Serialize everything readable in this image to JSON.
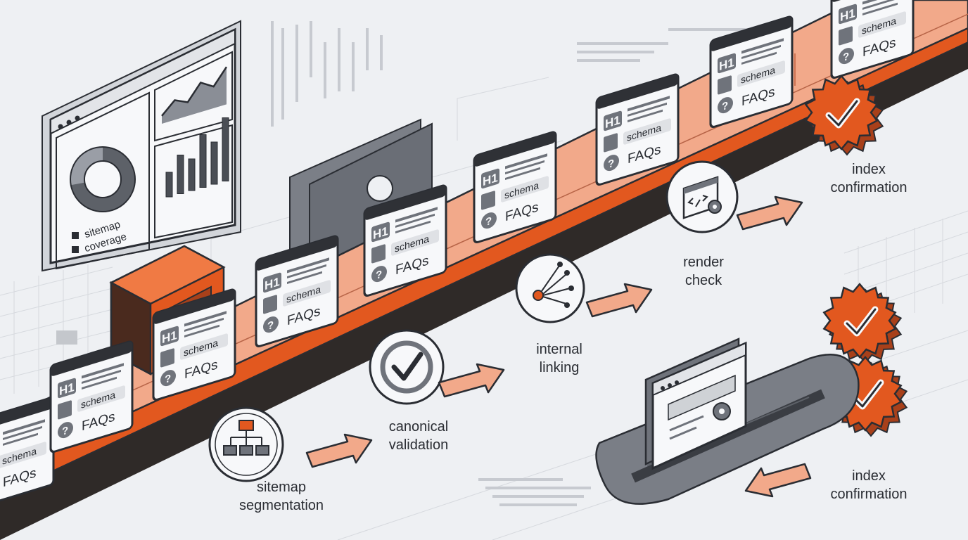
{
  "dashboard": {
    "legend_items": [
      "sitemap",
      "coverage"
    ],
    "bar_levels": [
      0.35,
      0.55,
      0.45,
      0.75,
      0.6,
      0.9
    ],
    "line_levels": [
      0.2,
      0.5,
      0.35,
      0.75,
      0.55,
      0.95
    ],
    "donut_fraction": 0.72
  },
  "page_card": {
    "heading": "H1",
    "tag": "schema",
    "section": "FAQs"
  },
  "steps": [
    {
      "id": "sitemap-segmentation",
      "line1": "sitemap",
      "line2": "segmentation",
      "icon": "hierarchy-icon"
    },
    {
      "id": "canonical-validation",
      "line1": "canonical",
      "line2": "validation",
      "icon": "check-circle-icon"
    },
    {
      "id": "internal-linking",
      "line1": "internal",
      "line2": "linking",
      "icon": "link-graph-icon"
    },
    {
      "id": "render-check",
      "line1": "render",
      "line2": "check",
      "icon": "code-gear-icon"
    },
    {
      "id": "index-confirmation-top",
      "line1": "index",
      "line2": "confirmation",
      "icon": "check-badge-icon"
    },
    {
      "id": "index-confirmation-bottom",
      "line1": "index",
      "line2": "confirmation",
      "icon": "check-badge-icon"
    }
  ],
  "colors": {
    "accent": "#e2581f",
    "belt_light": "#f2a98a",
    "belt_dark": "#3a2f2c",
    "ink": "#2a2d33",
    "panel": "#f6f7f9",
    "gray": "#6f737b",
    "background": "#eef0f3"
  }
}
